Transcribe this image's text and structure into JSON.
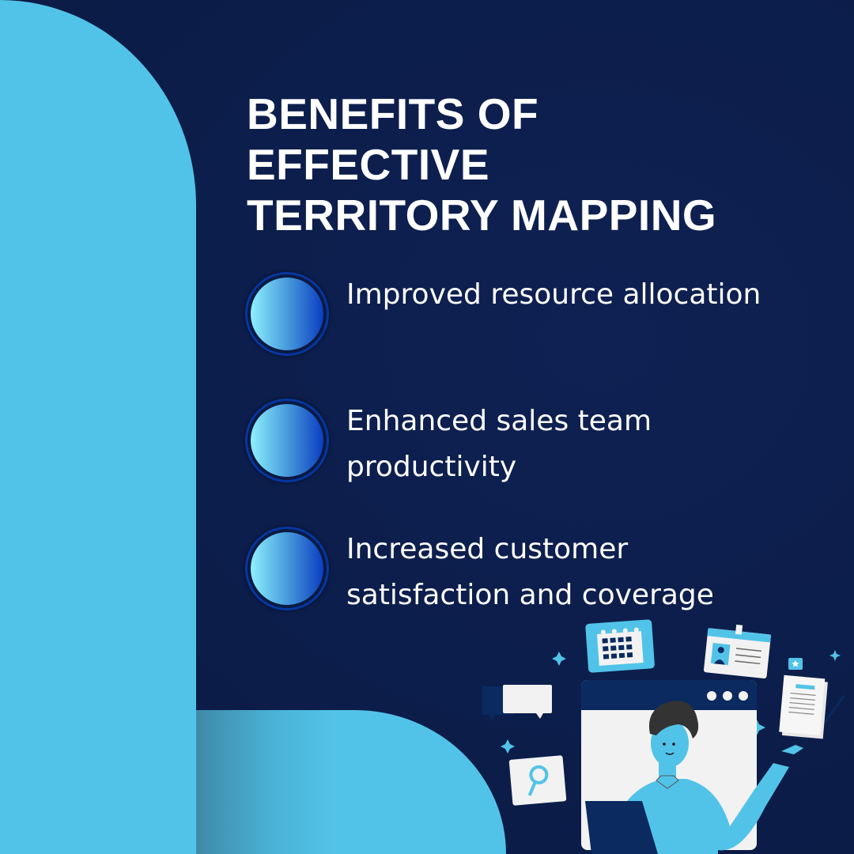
{
  "title": {
    "lines": [
      "BENEFITS OF",
      "EFFECTIVE",
      "TERRITORY MAPPING"
    ]
  },
  "benefits": [
    {
      "text": "Improved resource allocation",
      "icon": "gradient-circle-icon"
    },
    {
      "text": "Enhanced sales team productivity",
      "icon": "gradient-circle-icon"
    },
    {
      "text": "Increased customer satisfaction and coverage",
      "icon": "gradient-circle-icon"
    }
  ],
  "illustration": {
    "description": "person-in-browser-window-with-floating-icons",
    "elements": [
      "calendar-icon",
      "id-card-icon",
      "document-icon",
      "chat-bubble-icon",
      "magnifier-icon",
      "browser-window",
      "laptop",
      "sparkle-icon"
    ]
  },
  "colors": {
    "background": "#0c1e4b",
    "accent_light": "#52c3e8",
    "bullet_gradient_start": "#8ef0ff",
    "bullet_gradient_end": "#0a3ec2",
    "text": "#ffffff"
  }
}
